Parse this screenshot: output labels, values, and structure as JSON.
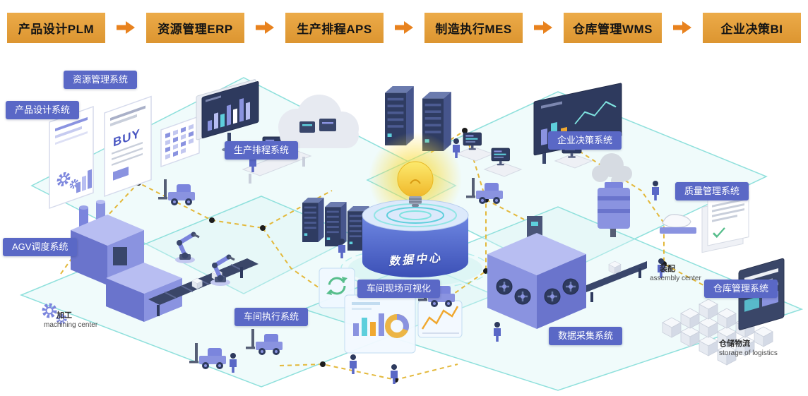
{
  "flow": {
    "steps": [
      {
        "id": "plm",
        "label": "产品设计PLM"
      },
      {
        "id": "erp",
        "label": "资源管理ERP"
      },
      {
        "id": "aps",
        "label": "生产排程APS"
      },
      {
        "id": "mes",
        "label": "制造执行MES"
      },
      {
        "id": "wms",
        "label": "仓库管理WMS"
      },
      {
        "id": "bi",
        "label": "企业决策BI"
      }
    ]
  },
  "diagram": {
    "center_label": "数据中心",
    "badges": [
      {
        "id": "resource-management",
        "label": "资源管理系统"
      },
      {
        "id": "product-design",
        "label": "产品设计系统"
      },
      {
        "id": "production-scheduling",
        "label": "生产排程系统"
      },
      {
        "id": "enterprise-decision",
        "label": "企业决策系统"
      },
      {
        "id": "quality-management",
        "label": "质量管理系统"
      },
      {
        "id": "agv-dispatch",
        "label": "AGV调度系统"
      },
      {
        "id": "workshop-execution",
        "label": "车间执行系统"
      },
      {
        "id": "workshop-visualization",
        "label": "车间现场可视化"
      },
      {
        "id": "data-collection",
        "label": "数据采集系统"
      },
      {
        "id": "warehouse-management",
        "label": "仓库管理系统"
      }
    ],
    "annotations": [
      {
        "id": "machining",
        "zh": "加工",
        "en": "machining center"
      },
      {
        "id": "assembly",
        "zh": "装配",
        "en": "assembly center"
      },
      {
        "id": "storage",
        "zh": "仓储物流",
        "en": "storage of logistics"
      }
    ],
    "illustration_text": {
      "buy": "BUY"
    }
  },
  "colors": {
    "flow_step_bg": "#E2A33E",
    "flow_arrow": "#E8821E",
    "badge_bg": "#5A68C6",
    "platform_outline": "#8FE0DC",
    "connector_dash": "#E3B83A",
    "data_center_glow": "#F8D325"
  }
}
